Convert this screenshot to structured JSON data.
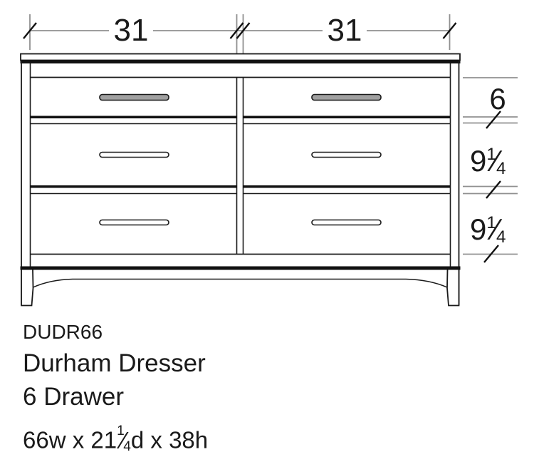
{
  "drawing": {
    "title": "Durham Dresser 6 Drawer front elevation",
    "top_dimensions": [
      "31",
      "31"
    ],
    "right_dimensions": [
      {
        "type": "plain",
        "label": "6"
      },
      {
        "type": "fraction",
        "whole": "9",
        "numerator": "1",
        "denominator": "4"
      },
      {
        "type": "fraction",
        "whole": "9",
        "numerator": "1",
        "denominator": "4"
      }
    ],
    "drawer_count": 6
  },
  "caption": {
    "model": "DUDR66",
    "product": "Durham Dresser",
    "variant": "6 Drawer",
    "dimensions": {
      "prefix": "66w x 21",
      "numerator": "1",
      "denominator": "4",
      "suffix": "d x 38h"
    }
  },
  "colors": {
    "outline": "#1a1a1a",
    "shadow_band": "#111111",
    "dimension_line": "#909090",
    "tick": "#111111",
    "top_handle_fill": "#a0a0a0",
    "background": "#ffffff"
  }
}
